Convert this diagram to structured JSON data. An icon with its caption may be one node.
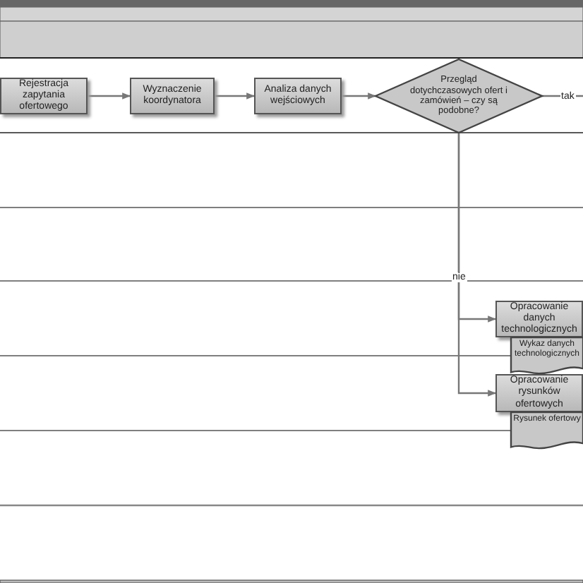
{
  "diagram": {
    "nodes": [
      {
        "text": [
          "Rejestracja zapytania ofertowego"
        ]
      },
      {
        "text": [
          "Wyznaczenie koordynatora"
        ]
      },
      {
        "text": [
          "Analiza danych wejściowych"
        ]
      },
      {
        "text": [
          "Przegląd dotychczasowych ofert i zamówień – czy są podobne?"
        ]
      },
      {
        "text": [
          "Opracowanie danych technologicznych"
        ]
      },
      {
        "text": [
          "Wykaz danych technologicznych"
        ]
      },
      {
        "text": [
          "Opracowanie rysunków ofertowych"
        ]
      },
      {
        "text": [
          "Rysunek ofertowy"
        ]
      }
    ],
    "edges": [
      {
        "from": 0,
        "to": 1,
        "arrow": "to"
      },
      {
        "from": 1,
        "to": 2,
        "arrow": "to"
      },
      {
        "from": 2,
        "to": 3,
        "arrow": "to"
      },
      {
        "from": 3,
        "to": null,
        "arrow": "none",
        "label": "tak"
      },
      {
        "from": 3,
        "to": 4,
        "arrow": "to",
        "label": "nie"
      },
      {
        "from": 3,
        "to": 6,
        "arrow": "to"
      }
    ]
  }
}
